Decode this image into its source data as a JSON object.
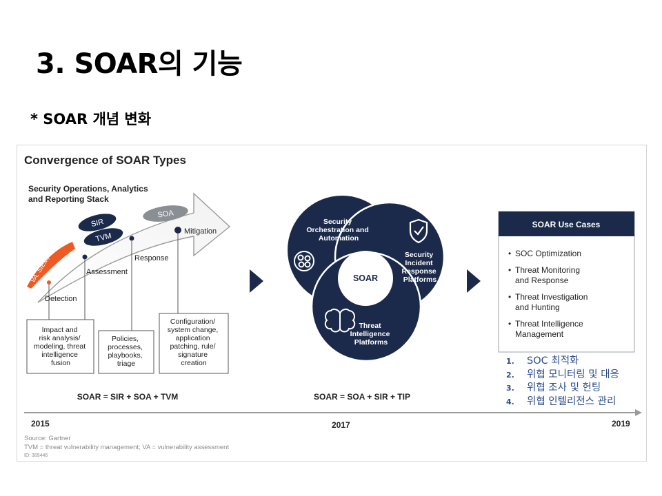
{
  "slide": {
    "title": "3. SOAR의 기능",
    "subtitle": "* SOAR 개념 변화"
  },
  "figure": {
    "heading": "Convergence of SOAR Types",
    "stack_label_1": "Security Operations, Analytics",
    "stack_label_2": "and Reporting Stack",
    "arrow_labels": {
      "sir": "SIR",
      "tvm": "TVM",
      "soa": "SOA",
      "va_siem": "VA, SIEM, etc."
    },
    "stages": [
      "Detection",
      "Assessment",
      "Response",
      "Mitigation"
    ],
    "boxes": [
      [
        "Impact and",
        "risk analysis/",
        "modeling, threat",
        "intelligence",
        "fusion"
      ],
      [
        "Policies,",
        "processes,",
        "playbooks,",
        "triage"
      ],
      [
        "Configuration/",
        "system change,",
        "application",
        "patching, rule/",
        "signature",
        "creation"
      ]
    ],
    "formula_2015": "SOAR = SIR + SOA + TVM",
    "circles": {
      "top": [
        "Security",
        "Orchestration and",
        "Automation"
      ],
      "right": [
        "Security",
        "Incident",
        "Response",
        "Platforms"
      ],
      "bottom": [
        "Threat",
        "Intelligence",
        "Platforms"
      ],
      "center": "SOAR"
    },
    "formula_2017": "SOAR = SOA + SIR + TIP",
    "use_cases_title": "SOAR Use Cases",
    "use_cases": [
      [
        "SOC Optimization"
      ],
      [
        "Threat Monitoring",
        "and Response"
      ],
      [
        "Threat Investigation",
        "and Hunting"
      ],
      [
        "Threat Intelligence",
        "Management"
      ]
    ],
    "timeline": {
      "start": "2015",
      "mid": "2017",
      "end": "2019"
    },
    "source": "Source: Gartner",
    "footnote": "TVM = threat vulnerability management; VA = vulnerability assessment",
    "id": "ID: 389446"
  },
  "korean_list": [
    {
      "num": "1.",
      "text": "SOC 최적화"
    },
    {
      "num": "2.",
      "text": "위협 모니터링 및 대응"
    },
    {
      "num": "3.",
      "text": "위협 조사 및 헌팅"
    },
    {
      "num": "4.",
      "text": "위협 인텔리전스 관리"
    }
  ],
  "colors": {
    "navy": "#1b2a4a",
    "orange": "#ef5a24",
    "gray": "#8a8f96",
    "list_blue": "#2b4c8c"
  }
}
